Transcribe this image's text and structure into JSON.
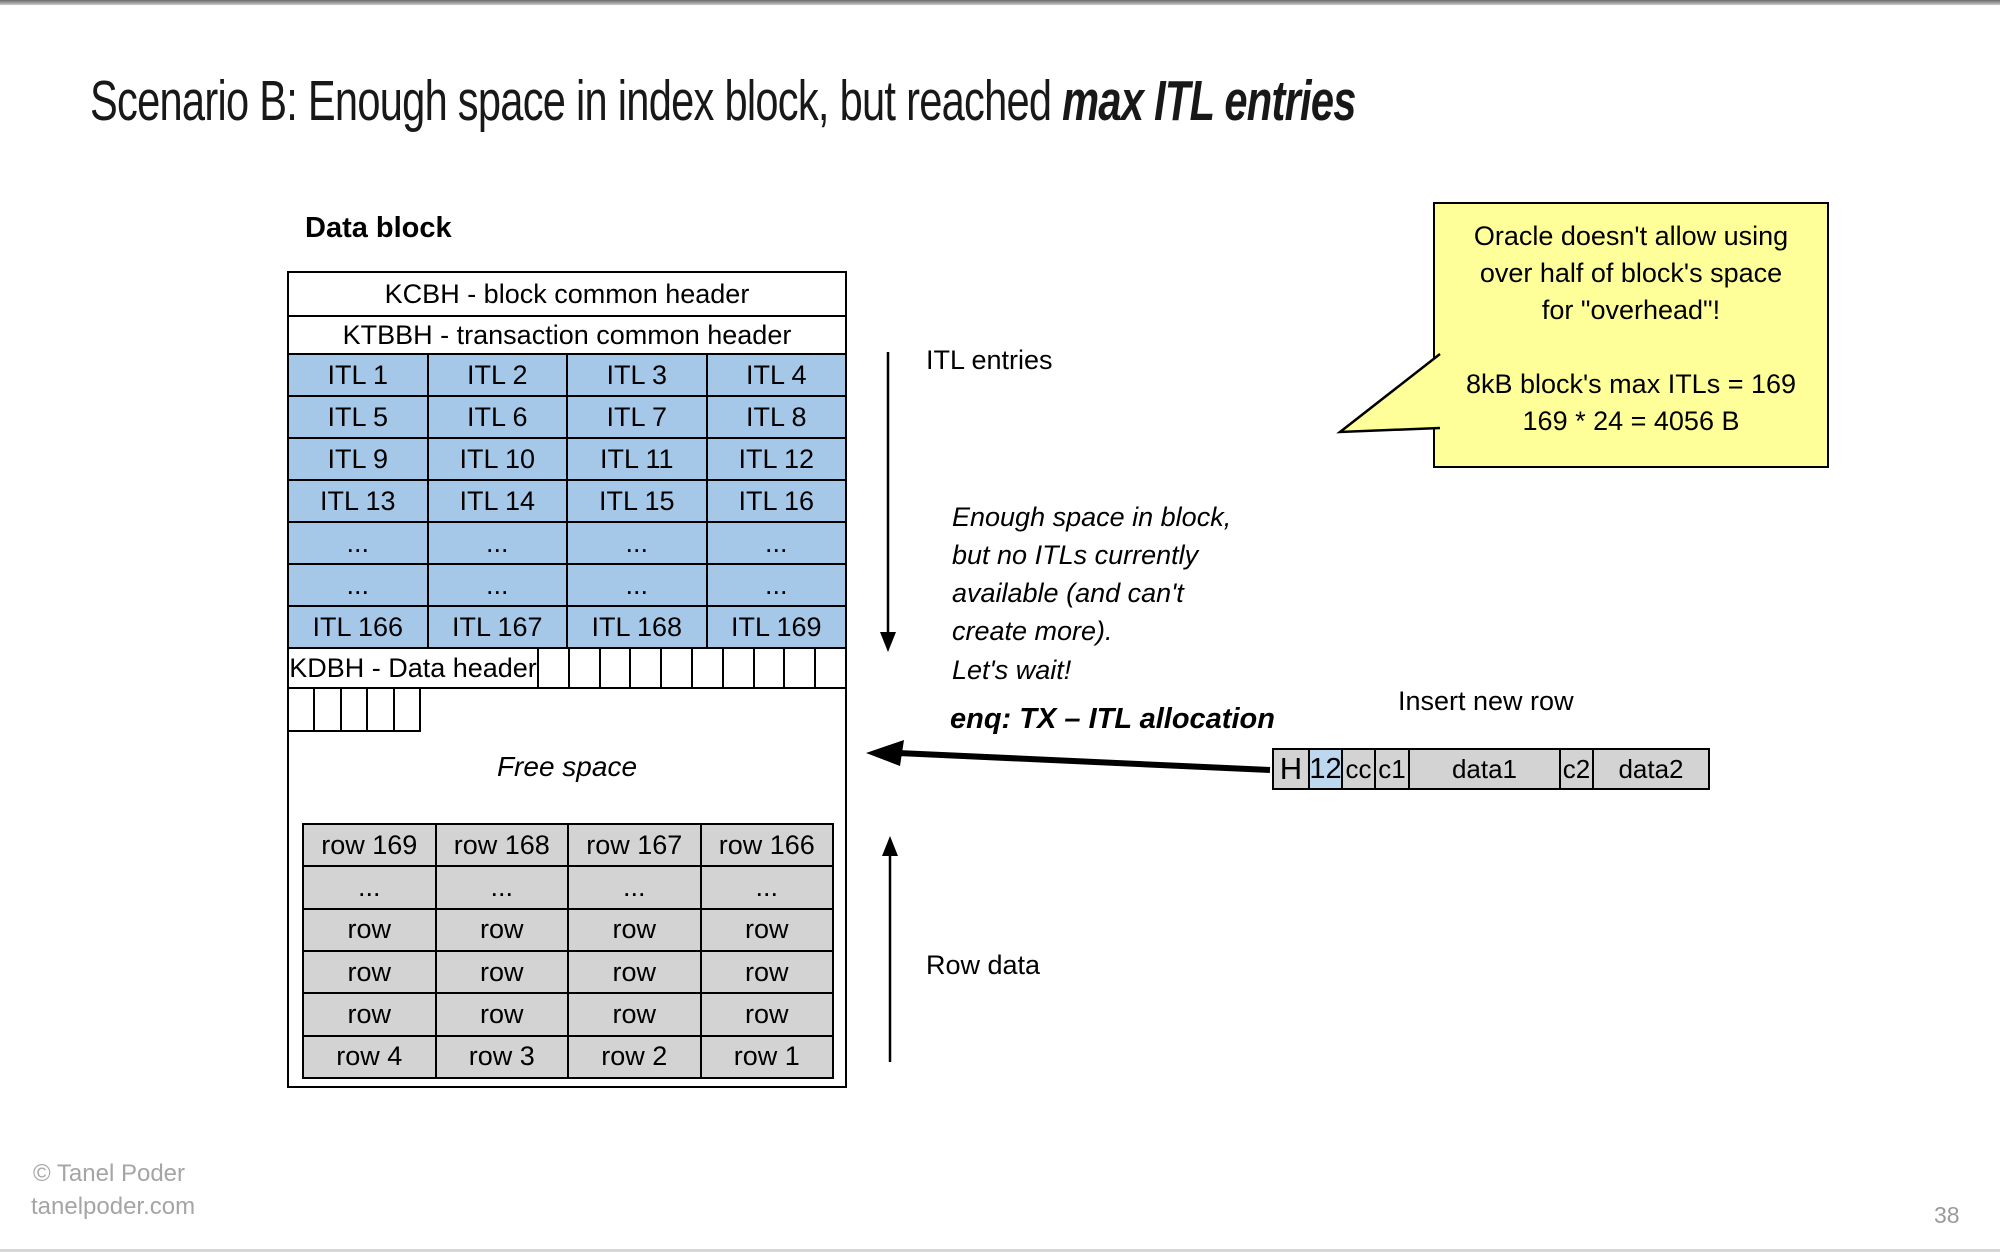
{
  "title": {
    "prefix": "Scenario B: Enough space in index block, but reached ",
    "emphasis": "max ITL entries"
  },
  "data_block": {
    "label": "Data block",
    "kcbh": "KCBH - block common header",
    "ktbbh": "KTBBH  - transaction common header",
    "itl_rows": [
      [
        "ITL 1",
        "ITL 2",
        "ITL 3",
        "ITL 4"
      ],
      [
        "ITL 5",
        "ITL 6",
        "ITL 7",
        "ITL 8"
      ],
      [
        "ITL 9",
        "ITL 10",
        "ITL 11",
        "ITL 12"
      ],
      [
        "ITL 13",
        "ITL 14",
        "ITL 15",
        "ITL 16"
      ],
      [
        "...",
        "...",
        "...",
        "..."
      ],
      [
        "...",
        "...",
        "...",
        "..."
      ],
      [
        "ITL 166",
        "ITL 167",
        "ITL 168",
        "ITL 169"
      ]
    ],
    "kdbh": "KDBH - Data header",
    "kdbh_slot_count": 10,
    "strip_slot_count": 5,
    "free_space": "Free space",
    "row_rows": [
      [
        "row 169",
        "row 168",
        "row 167",
        "row 166"
      ],
      [
        "...",
        "...",
        "...",
        "..."
      ],
      [
        "row",
        "row",
        "row",
        "row"
      ],
      [
        "row",
        "row",
        "row",
        "row"
      ],
      [
        "row",
        "row",
        "row",
        "row"
      ],
      [
        "row 4",
        "row 3",
        "row 2",
        "row 1"
      ]
    ]
  },
  "annotations": {
    "itl_entries": "ITL entries",
    "note_lines": [
      "Enough space in block,",
      "but no ITLs currently",
      "available (and can't",
      "create more)."
    ],
    "lets_wait": "Let's wait!",
    "enq": "enq: TX – ITL allocation",
    "row_data": "Row data",
    "insert_new_row": "Insert new row"
  },
  "callout": {
    "lines": [
      "Oracle doesn't allow using",
      "over half of block's space",
      "for \"overhead\"!",
      "",
      "8kB block's max ITLs = 169",
      "169 * 24 = 4056 B"
    ]
  },
  "insert_row": {
    "cells": [
      {
        "label": "H",
        "fill": "gray"
      },
      {
        "label": "12",
        "fill": "blue"
      },
      {
        "label": "cc",
        "fill": "gray"
      },
      {
        "label": "c1",
        "fill": "gray"
      },
      {
        "label": "data1",
        "fill": "gray"
      },
      {
        "label": "c2",
        "fill": "gray"
      },
      {
        "label": "data2",
        "fill": "gray"
      }
    ]
  },
  "footer": {
    "copyright": "© Tanel Poder",
    "site": "tanelpoder.com",
    "page": "38"
  },
  "colors": {
    "itl_blue": "#A6C8E8",
    "cell_gray": "#D3D3D3",
    "insert_blue": "#BDD7EE",
    "callout_yellow": "#FFFF99"
  }
}
